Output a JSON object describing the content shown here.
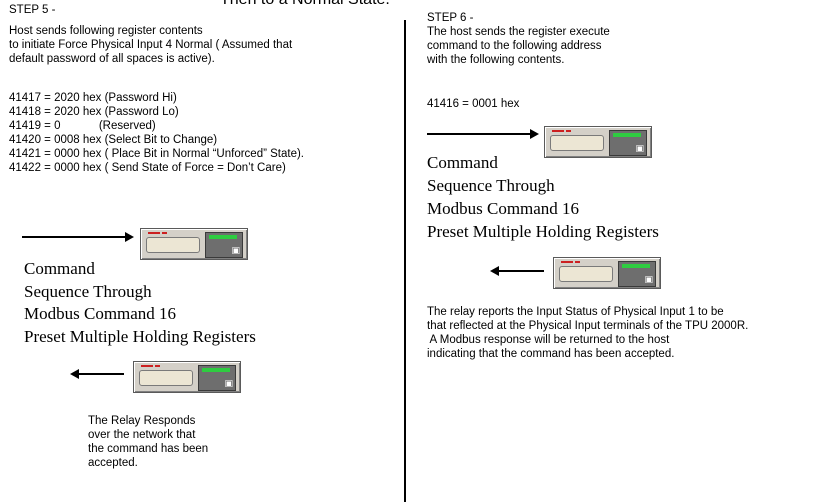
{
  "header_title": "Then to a Normal State.",
  "divider": "",
  "left": {
    "step_title": "STEP 5 -",
    "intro": [
      "Host sends following register contents",
      "to initiate Force Physical Input 4 Normal ( Assumed that",
      "default password of all spaces is active)."
    ],
    "registers": [
      "41417 = 2020 hex (Password Hi)",
      "41418 = 2020 hex (Password Lo)",
      "41419 = 0            (Reserved)",
      "41420 = 0008 hex (Select Bit to Change)",
      "41421 = 0000 hex ( Place Bit in Normal “Unforced” State).",
      "41422 = 0000 hex ( Send State of Force = Don’t Care)"
    ],
    "command_lines": [
      "Command",
      "Sequence Through",
      "Modbus Command 16",
      "Preset Multiple Holding Registers"
    ],
    "response_lines": [
      "The Relay Responds",
      "over the network that",
      "the command has been",
      "accepted."
    ]
  },
  "right": {
    "step_title": "STEP 6 -",
    "intro": [
      "The host sends the register execute",
      "command to the following address",
      "with the following contents."
    ],
    "register": "41416 = 0001 hex",
    "command_lines": [
      "Command",
      "Sequence Through",
      "Modbus Command 16",
      "Preset Multiple Holding Registers"
    ],
    "response_lines": [
      "The relay reports the Input Status of Physical Input 1 to be",
      "that reflected at the Physical Input terminals of the TPU 2000R.",
      " A Modbus response will be returned to the host",
      "indicating that the command has been accepted."
    ]
  },
  "relay_icon": "relay-device-icon",
  "colors": {
    "relay_body": "#d4d0c8",
    "relay_indicator": "#2ecc40",
    "relay_mark": "#cc2020"
  }
}
